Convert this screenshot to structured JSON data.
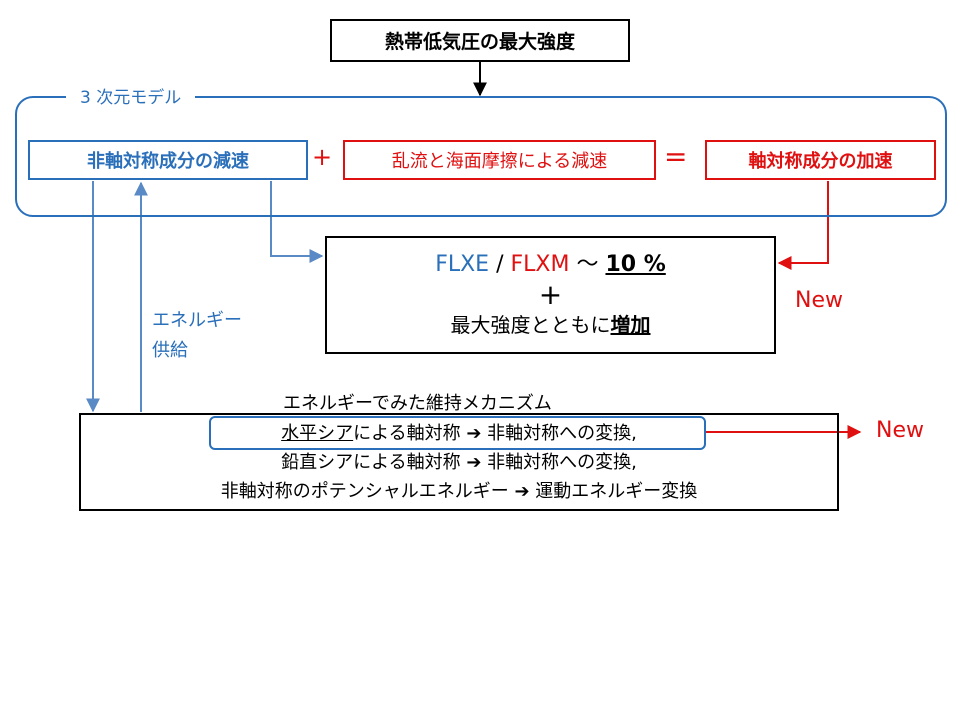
{
  "title": "熱帯低気圧の最大強度",
  "model_label": "3 次元モデル",
  "nonaxi_decel": "非軸対称成分の減速",
  "plus": "+",
  "turb_decel": "乱流と海面摩擦による減速",
  "equals": "=",
  "axi_accel": "軸対称成分の加速",
  "center": {
    "flxe": "FLXE",
    "slash": " / ",
    "flxm": "FLXM",
    "tilde": " 〜 ",
    "percent": "10 %",
    "plus": "+",
    "line3_prefix": "最大強度とともに",
    "line3_underlined": "増加"
  },
  "new_label_1": "New",
  "new_label_2": "New",
  "energy_supply_1": "エネルギー",
  "energy_supply_2": "供給",
  "mechanism_title": "エネルギーでみた維持メカニズム",
  "mechanism": {
    "line1_underlined": "水平シア",
    "line1_rest": "による軸対称 ➔ 非軸対称への変換,",
    "line2": "鉛直シアによる軸対称 ➔ 非軸対称への変換,",
    "line3": "非軸対称のポテンシャルエネルギー ➔ 運動エネルギー変換"
  },
  "colors": {
    "blue": "#2a6fba",
    "red": "#e01010",
    "black": "#000000"
  }
}
